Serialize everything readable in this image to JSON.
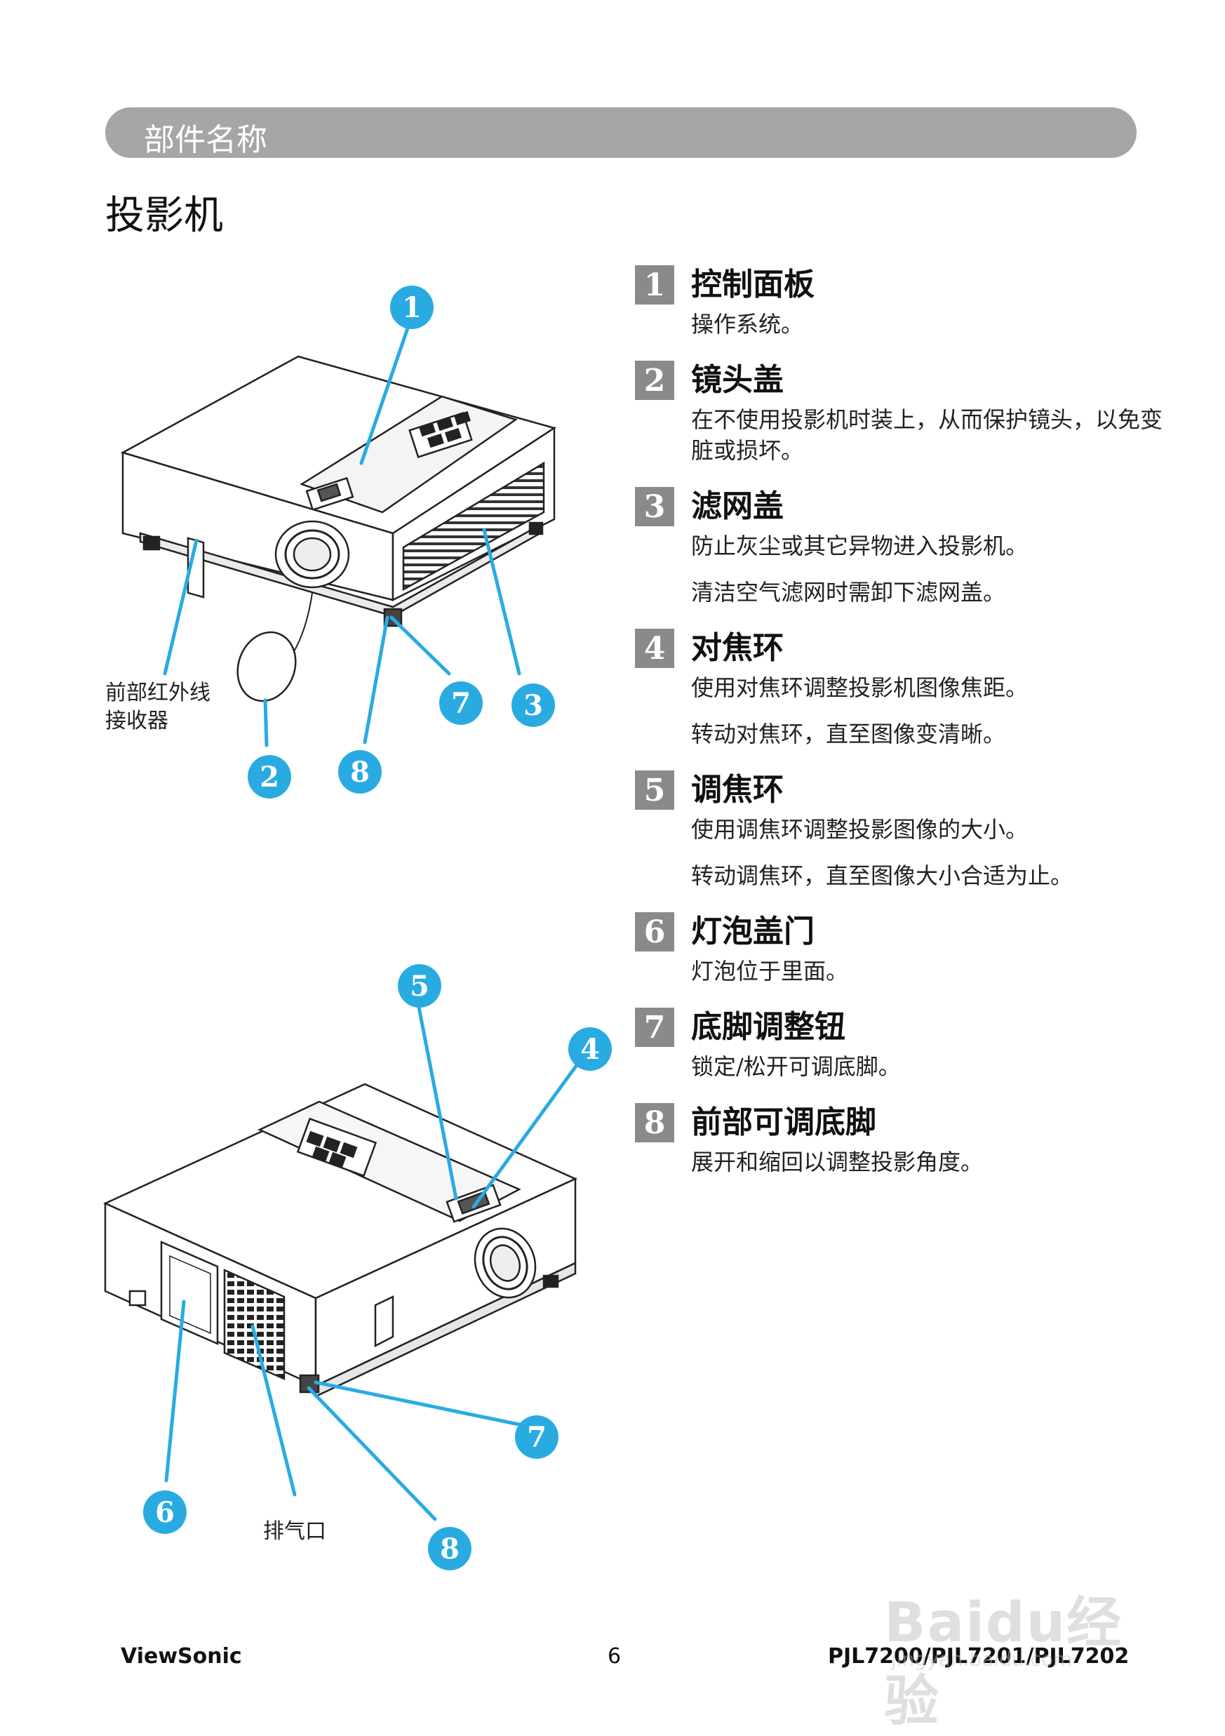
{
  "header": {
    "section_title": "部件名称"
  },
  "page": {
    "heading": "投影机"
  },
  "callouts_top": {
    "n1": "1",
    "n2": "2",
    "n3": "3",
    "n7": "7",
    "n8": "8",
    "ir_receiver_line1": "前部红外线",
    "ir_receiver_line2": "接收器"
  },
  "callouts_bottom": {
    "n4": "4",
    "n5": "5",
    "n6": "6",
    "n7": "7",
    "n8": "8",
    "exhaust": "排气口"
  },
  "parts": [
    {
      "num": "1",
      "title": "控制面板",
      "desc": [
        "操作系统。"
      ]
    },
    {
      "num": "2",
      "title": "镜头盖",
      "desc": [
        "在不使用投影机时装上，从而保护镜头，以免变脏或损坏。"
      ]
    },
    {
      "num": "3",
      "title": "滤网盖",
      "desc": [
        "防止灰尘或其它异物进入投影机。",
        "清洁空气滤网时需卸下滤网盖。"
      ]
    },
    {
      "num": "4",
      "title": "对焦环",
      "desc": [
        "使用对焦环调整投影机图像焦距。",
        "转动对焦环，直至图像变清晰。"
      ]
    },
    {
      "num": "5",
      "title": "调焦环",
      "desc": [
        "使用调焦环调整投影图像的大小。",
        "转动调焦环，直至图像大小合适为止。"
      ]
    },
    {
      "num": "6",
      "title": "灯泡盖门",
      "desc": [
        "灯泡位于里面。"
      ]
    },
    {
      "num": "7",
      "title": "底脚调整钮",
      "desc": [
        "锁定/松开可调底脚。"
      ]
    },
    {
      "num": "8",
      "title": "前部可调底脚",
      "desc": [
        "展开和缩回以调整投影角度。"
      ]
    }
  ],
  "footer": {
    "brand": "ViewSonic",
    "page_number": "6",
    "models": "PJL7200/PJL7201/PJL7202"
  },
  "watermark": {
    "logo_text": "Baidu经验",
    "url": "jingyan.baidu.com"
  },
  "colors": {
    "callout_blue": "#29abe2",
    "section_bar": "#a6a6a6",
    "number_box": "#8a8a8a"
  }
}
